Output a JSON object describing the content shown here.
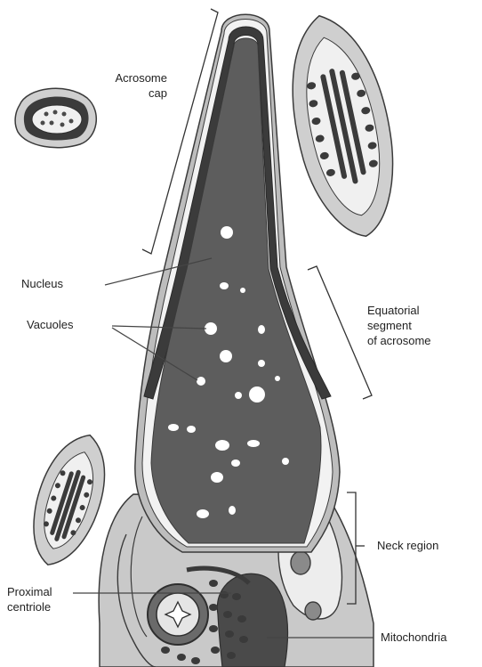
{
  "title": "",
  "colors": {
    "nucleus": "#5d5d5d",
    "acrosome_band": "#3b3b3b",
    "membrane": "#b4b4b4",
    "light_fill": "#ececec",
    "outline": "#3a3a3a",
    "lines": "#555555"
  },
  "labels": {
    "acrosome_cap": [
      "Acrosome",
      "cap"
    ],
    "nucleus": "Nucleus",
    "vacuoles": "Vacuoles",
    "equatorial_segment": [
      "Equatorial",
      "segment",
      "of acrosome"
    ],
    "neck_region": "Neck region",
    "proximal_centriole": [
      "Proximal",
      "centriole"
    ],
    "mitochondria": "Mitochondria"
  }
}
